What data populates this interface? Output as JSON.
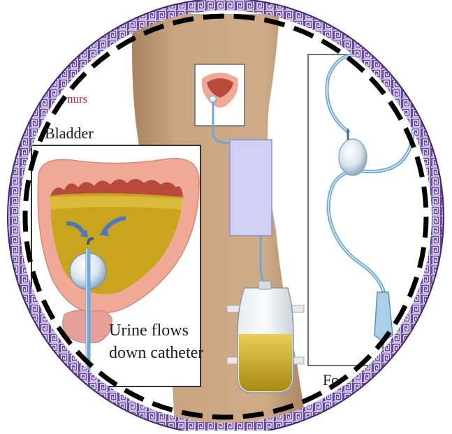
{
  "labels": {
    "top_left_red": "nurs",
    "bladder": "Bladder",
    "urine_line1": "Urine flows",
    "urine_line2": "down catheter",
    "foley_partial": "Fo"
  },
  "colors": {
    "frame_purple": "#6a4a9e",
    "frame_purple_dark": "#3e2a72",
    "dash": "#000000",
    "skin": "#c9a582",
    "skin_shadow": "#a98360",
    "bladder_pink": "#f0a897",
    "bladder_dark": "#b84a3c",
    "urine_yellow": "#c9a51e",
    "urine_light": "#e6cc52",
    "catheter_blue": "#6ea7d8",
    "bag_purple": "#cfd0f4"
  },
  "icons": [
    "frame-ring",
    "catheter-icon",
    "urine-bag-icon",
    "arrow-icon"
  ]
}
